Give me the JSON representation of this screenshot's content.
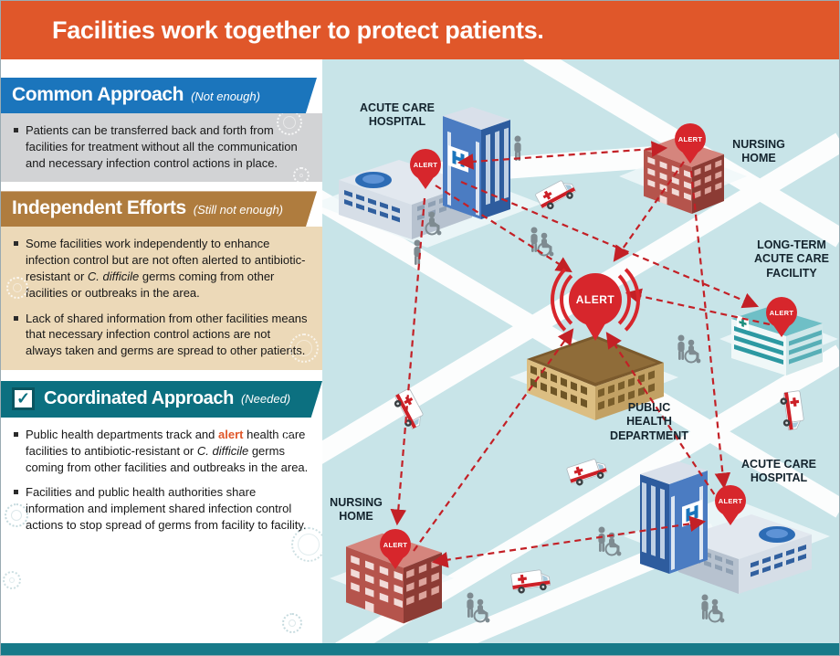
{
  "header": {
    "title": "Facilities work together to protect patients."
  },
  "sections": {
    "common": {
      "title": "Common Approach",
      "qualifier": "(Not enough)",
      "bullet1": "Patients can be transferred back and forth from facilities for treatment without all the communication and necessary infection control actions in place."
    },
    "independent": {
      "title": "Independent Efforts",
      "qualifier": "(Still not enough)",
      "bullet1_pre": "Some facilities work independently to enhance infection control but are not often alerted to antibiotic-resistant or ",
      "bullet1_italic": "C. difficile",
      "bullet1_post": " germs coming from other facilities or outbreaks in the area.",
      "bullet2": "Lack of shared information from other facilities means that necessary infection control actions are not always taken and germs are spread to other patients."
    },
    "coordinated": {
      "title": "Coordinated Approach",
      "qualifier": "(Needed)",
      "bullet1_pre": "Public health departments track and ",
      "bullet1_alert": "alert",
      "bullet1_mid": " health care facilities to antibiotic-resistant or ",
      "bullet1_italic": "C. difficile",
      "bullet1_post": " germs coming from other facilities and outbreaks in the area.",
      "bullet2": "Facilities and public health authorities share information and implement shared infection control actions to stop spread of germs from facility to facility."
    }
  },
  "map": {
    "alert_label": "ALERT",
    "labels": {
      "hospital_top": "ACUTE CARE\nHOSPITAL",
      "nursing_top": "NURSING\nHOME",
      "ltac": "LONG-TERM\nACUTE CARE\nFACILITY",
      "phd": "PUBLIC HEALTH\nDEPARTMENT",
      "hospital_bottom": "ACUTE CARE\nHOSPITAL",
      "nursing_bottom": "NURSING\nHOME"
    }
  },
  "icons": {
    "check": "✓"
  },
  "colors": {
    "header_orange": "#E0572A",
    "banner_blue": "#1B75BC",
    "banner_brown": "#AF7C3E",
    "banner_teal": "#0C7080",
    "map_background": "#C8E4E8",
    "alert_red": "#D7262C",
    "arrow_red": "#C32026",
    "bottom_bar_teal": "#177A89"
  }
}
